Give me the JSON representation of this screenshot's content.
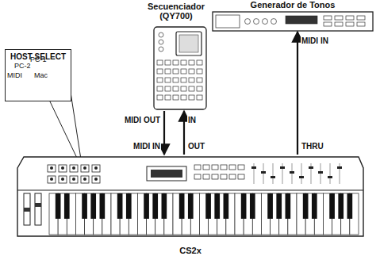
{
  "diagram": {
    "nodes": [
      {
        "text": [
          "Secuenciador (QY700)"
        ]
      },
      {
        "text": [
          "Generador de Tonos"
        ]
      },
      {
        "text": [
          "HOST SELECT"
        ]
      },
      {
        "text": [
          "CS2x"
        ]
      }
    ],
    "edges": [
      {
        "from": 0,
        "to": 3,
        "arrow": "to"
      },
      {
        "from": 3,
        "to": 0,
        "arrow": "to"
      },
      {
        "from": 3,
        "to": 1,
        "arrow": "to"
      }
    ],
    "labels": [
      "PC-2",
      "PC-1",
      "MIDI",
      "Mac",
      "MIDI OUT",
      "IN",
      "MIDI IN",
      "OUT",
      "THRU",
      "MIDI IN"
    ]
  }
}
